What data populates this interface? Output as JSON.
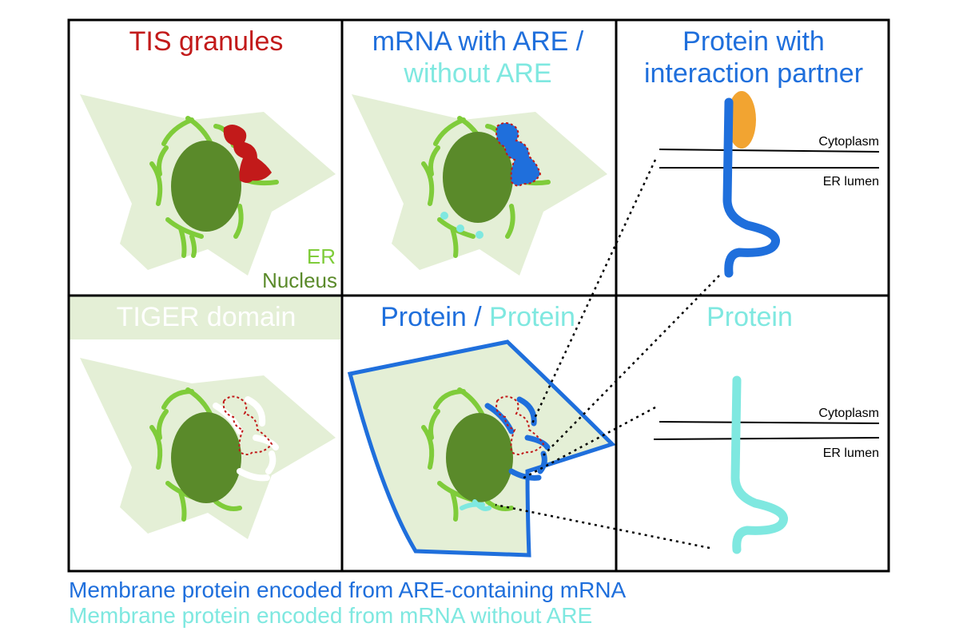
{
  "colors": {
    "dark_red": "#c21a1a",
    "blue": "#1f6fdc",
    "cyan": "#7fe8e0",
    "er_green": "#7fcc3a",
    "nucleus_green": "#5a8a2a",
    "cell_bg": "#e4efd6",
    "orange": "#f2a431",
    "white": "#ffffff",
    "black": "#000000"
  },
  "panels": {
    "tis": {
      "title": "TIS granules",
      "er_label": "ER",
      "nucleus_label": "Nucleus"
    },
    "mrna": {
      "title_line1": "mRNA with ARE /",
      "title_line2": "without ARE"
    },
    "partner": {
      "title_line1": "Protein with",
      "title_line2": "interaction partner",
      "cytoplasm": "Cytoplasm",
      "er_lumen": "ER lumen"
    },
    "tiger": {
      "title": "TIGER domain"
    },
    "protein_pair": {
      "title_part1": "Protein",
      "title_sep": " / ",
      "title_part2": "Protein"
    },
    "protein": {
      "title": "Protein",
      "cytoplasm": "Cytoplasm",
      "er_lumen": "ER lumen"
    }
  },
  "legend": {
    "line1": "Membrane protein encoded from ARE-containing mRNA",
    "line2": "Membrane protein encoded from mRNA without ARE"
  }
}
